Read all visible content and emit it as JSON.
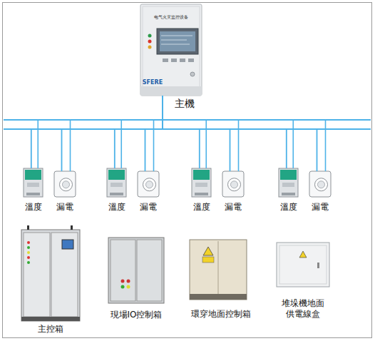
{
  "diagram": {
    "nodes": [
      {
        "text": [
          "电气火灾监控设备",
          "SFERE",
          "主機"
        ]
      },
      {
        "text": [
          "溫度"
        ]
      },
      {
        "text": [
          "漏電"
        ]
      },
      {
        "text": [
          "溫度"
        ]
      },
      {
        "text": [
          "漏電"
        ]
      },
      {
        "text": [
          "溫度"
        ]
      },
      {
        "text": [
          "漏電"
        ]
      },
      {
        "text": [
          "溫度"
        ]
      },
      {
        "text": [
          "漏電"
        ]
      },
      {
        "text": [
          "主控箱"
        ]
      },
      {
        "text": [
          "現場IO控制箱"
        ]
      },
      {
        "text": [
          "環穿地面控制箱"
        ]
      },
      {
        "text": [
          "堆垛機地面 供電線盒"
        ]
      }
    ],
    "edges": [
      {
        "from": 0,
        "to": 1,
        "arrow": "none"
      },
      {
        "from": 0,
        "to": 2,
        "arrow": "none"
      },
      {
        "from": 0,
        "to": 3,
        "arrow": "none"
      },
      {
        "from": 0,
        "to": 4,
        "arrow": "none"
      },
      {
        "from": 0,
        "to": 5,
        "arrow": "none"
      },
      {
        "from": 0,
        "to": 6,
        "arrow": "none"
      },
      {
        "from": 0,
        "to": 7,
        "arrow": "none"
      },
      {
        "from": 0,
        "to": 8,
        "arrow": "none"
      }
    ]
  }
}
